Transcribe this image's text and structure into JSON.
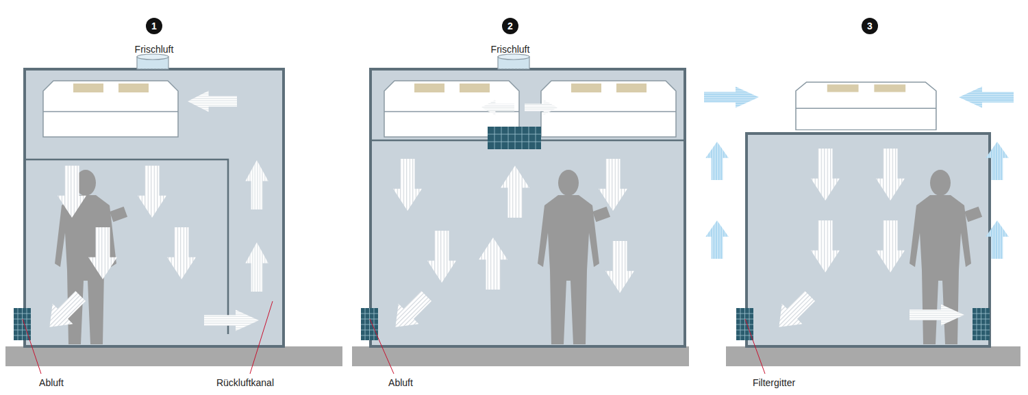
{
  "diagram": {
    "labels": [
      "1",
      "2",
      "3",
      "Frischluft",
      "Frischluft",
      "Abluft",
      "Rückluftkanal",
      "Abluft",
      "Filtergitter"
    ]
  }
}
